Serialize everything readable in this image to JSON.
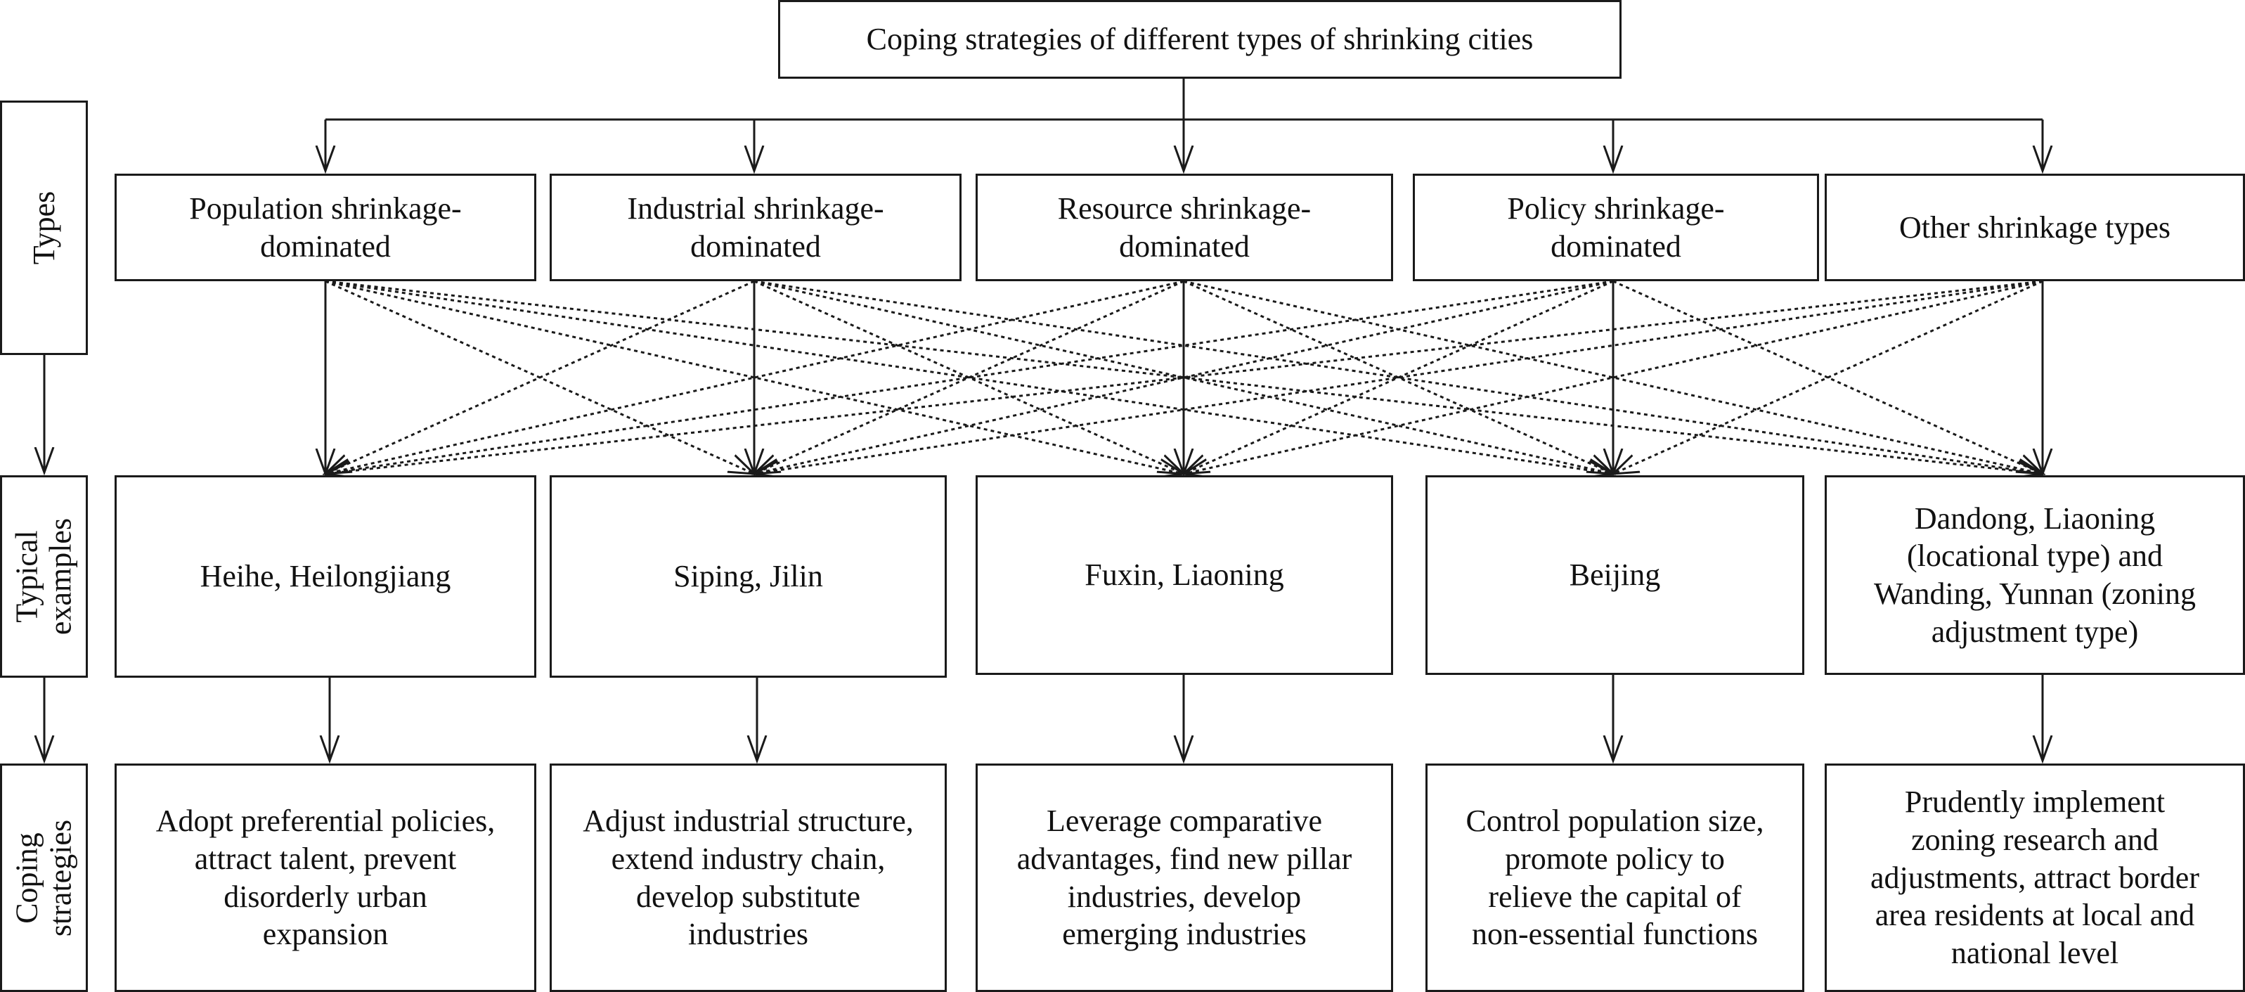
{
  "title": "Coping strategies of different types of shrinking cities",
  "row_labels": {
    "types": "Types",
    "examples_line1": "Typical",
    "examples_line2": "examples",
    "strategies_line1": "Coping",
    "strategies_line2": "strategies"
  },
  "types": [
    {
      "line1": "Population shrinkage-",
      "line2": "dominated"
    },
    {
      "line1": "Industrial shrinkage-",
      "line2": "dominated"
    },
    {
      "line1": "Resource shrinkage-",
      "line2": "dominated"
    },
    {
      "line1": "Policy shrinkage-",
      "line2": "dominated"
    },
    {
      "line1": "Other shrinkage types",
      "line2": ""
    }
  ],
  "examples": [
    {
      "lines": [
        "Heihe, Heilongjiang"
      ]
    },
    {
      "lines": [
        "Siping, Jilin"
      ]
    },
    {
      "lines": [
        "Fuxin, Liaoning"
      ]
    },
    {
      "lines": [
        "Beijing"
      ]
    },
    {
      "lines": [
        "Dandong, Liaoning",
        "(locational type) and",
        "Wanding, Yunnan (zoning",
        "adjustment type)"
      ]
    }
  ],
  "strategies": [
    {
      "lines": [
        "Adopt preferential policies,",
        "attract talent, prevent",
        "disorderly urban",
        "expansion"
      ]
    },
    {
      "lines": [
        "Adjust industrial structure,",
        "extend industry chain,",
        "develop substitute",
        "industries"
      ]
    },
    {
      "lines": [
        "Leverage comparative",
        "advantages, find new pillar",
        "industries, develop",
        "emerging industries"
      ]
    },
    {
      "lines": [
        "Control population size,",
        "promote policy to",
        "relieve the capital of",
        "non-essential functions"
      ]
    },
    {
      "lines": [
        "Prudently implement",
        "zoning research and",
        "adjustments, attract border",
        "area residents at local and",
        "national level"
      ]
    }
  ]
}
